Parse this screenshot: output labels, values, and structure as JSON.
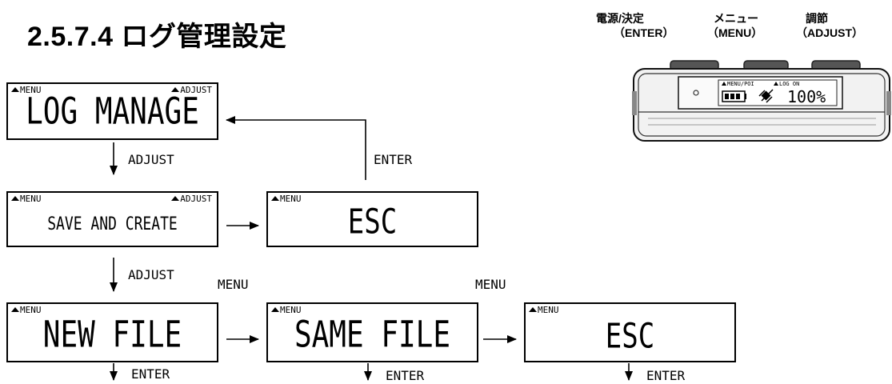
{
  "title": "2.5.7.4 ログ管理設定",
  "buttons": {
    "power": {
      "jp": "電源/決定",
      "en": "（ENTER）"
    },
    "menu": {
      "jp": "メニュー",
      "en": "（MENU）"
    },
    "adjust": {
      "jp": "調節",
      "en": "（ADJUST）"
    }
  },
  "device": {
    "status_left": "MENU/POI",
    "status_right": "LOG ON",
    "battery_icon": "battery-icon",
    "satellite_icon": "satellite-icon",
    "level": "100%"
  },
  "screens": {
    "log_manage": {
      "menu": "MENU",
      "adjust": "ADJUST",
      "text": "LOG MANAGE"
    },
    "save_create": {
      "menu": "MENU",
      "adjust": "ADJUST",
      "text": "SAVE AND CREATE"
    },
    "esc_top": {
      "menu": "MENU",
      "text": "ESC"
    },
    "new_file": {
      "menu": "MENU",
      "text": "NEW FILE"
    },
    "same_file": {
      "menu": "MENU",
      "text": "SAME FILE"
    },
    "esc_bottom": {
      "menu": "MENU",
      "text": "ESC"
    }
  },
  "labels": {
    "adjust_1": "ADJUST",
    "adjust_2": "ADJUST",
    "enter_back": "ENTER",
    "menu_1": "MENU",
    "menu_2": "MENU",
    "enter_1": "ENTER",
    "enter_2": "ENTER",
    "enter_3": "ENTER"
  }
}
